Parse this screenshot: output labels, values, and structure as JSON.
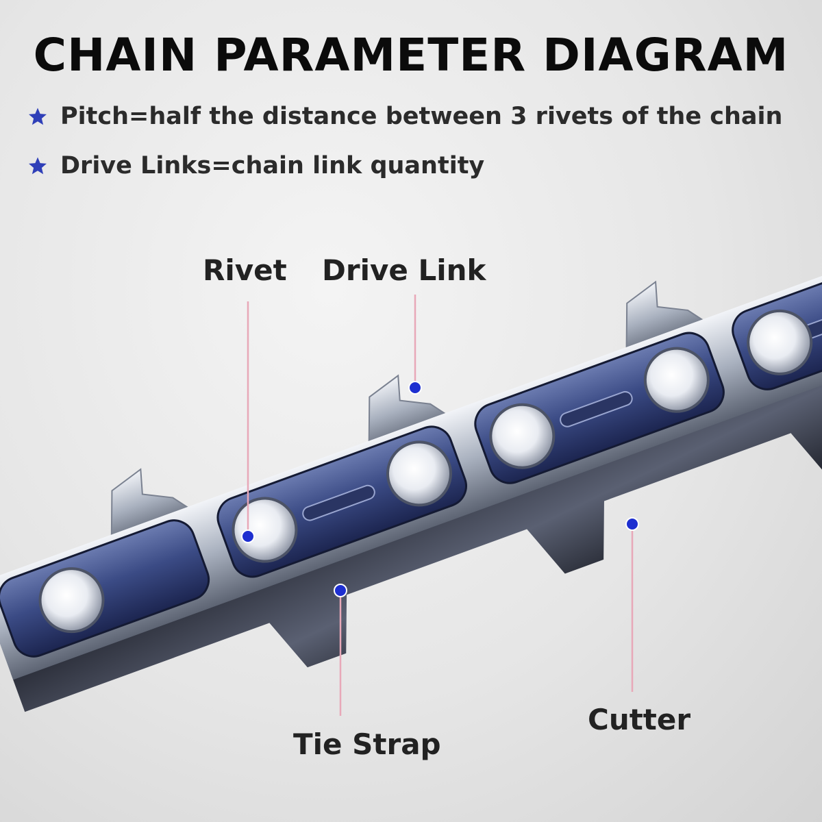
{
  "title": "CHAIN PARAMETER DIAGRAM",
  "bullets": [
    {
      "icon": "star-icon",
      "text": "Pitch=half the distance between 3 rivets of the chain"
    },
    {
      "icon": "star-icon",
      "text": "Drive Links=chain link quantity"
    }
  ],
  "labels": {
    "rivet": "Rivet",
    "drive_link": "Drive Link",
    "tie_strap": "Tie Strap",
    "cutter": "Cutter"
  },
  "colors": {
    "star": "#2f3fb8",
    "marker_dot": "#1e2fd0",
    "leader_line": "#e8a8b8",
    "chain_blue": "#3d4f86",
    "chrome": "#d8dde6"
  }
}
